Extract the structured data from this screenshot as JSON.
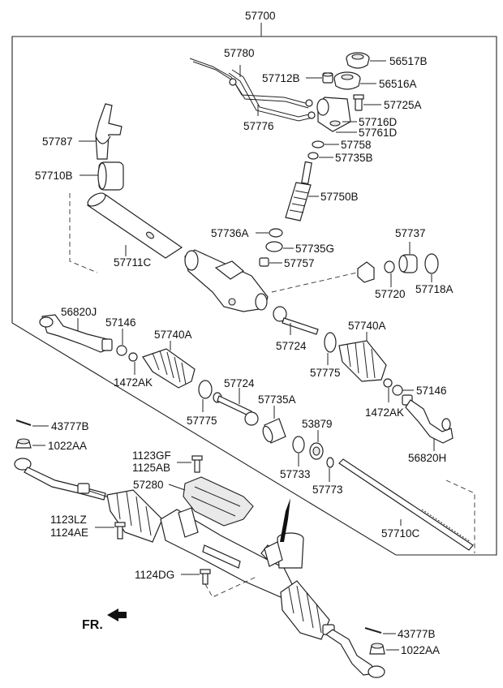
{
  "labels": {
    "p57700": "57700",
    "p57780": "57780",
    "p56517B": "56517B",
    "p57712B": "57712B",
    "p56516A": "56516A",
    "p57725A": "57725A",
    "p57776": "57776",
    "p57716D": "57716D",
    "p57761D": "57761D",
    "p57787": "57787",
    "p57758": "57758",
    "p57735B": "57735B",
    "p57710B": "57710B",
    "p57750B": "57750B",
    "p57736A": "57736A",
    "p57737": "57737",
    "p57735G": "57735G",
    "p57711C": "57711C",
    "p57757": "57757",
    "p57718A": "57718A",
    "p57720": "57720",
    "p56820J": "56820J",
    "p57146_l": "57146",
    "p57740A_l": "57740A",
    "p57724_top": "57724",
    "p57740A_r": "57740A",
    "p1472AK_l": "1472AK",
    "p57775_r": "57775",
    "p57724_mid": "57724",
    "p57146_r": "57146",
    "p57735A": "57735A",
    "p57775_l": "57775",
    "p1472AK_r": "1472AK",
    "p43777B_top": "43777B",
    "p53879": "53879",
    "p1022AA_top": "1022AA",
    "p56820H": "56820H",
    "p1123GF": "1123GF",
    "p1125AB": "1125AB",
    "p57733": "57733",
    "p57773": "57773",
    "p57280": "57280",
    "p1123LZ": "1123LZ",
    "p1124AE": "1124AE",
    "p57710C": "57710C",
    "p1124DG": "1124DG",
    "fr": "FR.",
    "p43777B_bot": "43777B",
    "p1022AA_bot": "1022AA"
  }
}
